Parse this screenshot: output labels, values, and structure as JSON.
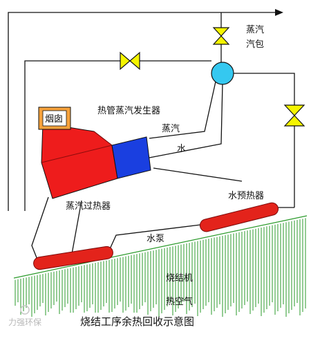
{
  "diagram": {
    "caption": "烧结工序余热回收示意图",
    "labels": {
      "steam_top": "蒸汽",
      "steam_drum": "汽包",
      "heat_pipe_generator": "热管蒸汽发生器",
      "chimney": "烟囱",
      "steam": "蒸汽",
      "water": "水",
      "superheater": "蒸汽过热器",
      "preheater": "水预热器",
      "pump": "水泵",
      "sinter_machine": "烧结机",
      "hot_air": "热空气"
    },
    "watermark": "力强环保",
    "colors": {
      "red": "#ee1c1c",
      "blue": "#1a3fe0",
      "drum": "#35c8f0",
      "valve": "#f5f500",
      "pipe_red": "#e3231b",
      "hatch": "#2a9a2a",
      "chimney": "#f6a23c",
      "line": "#111111"
    }
  }
}
